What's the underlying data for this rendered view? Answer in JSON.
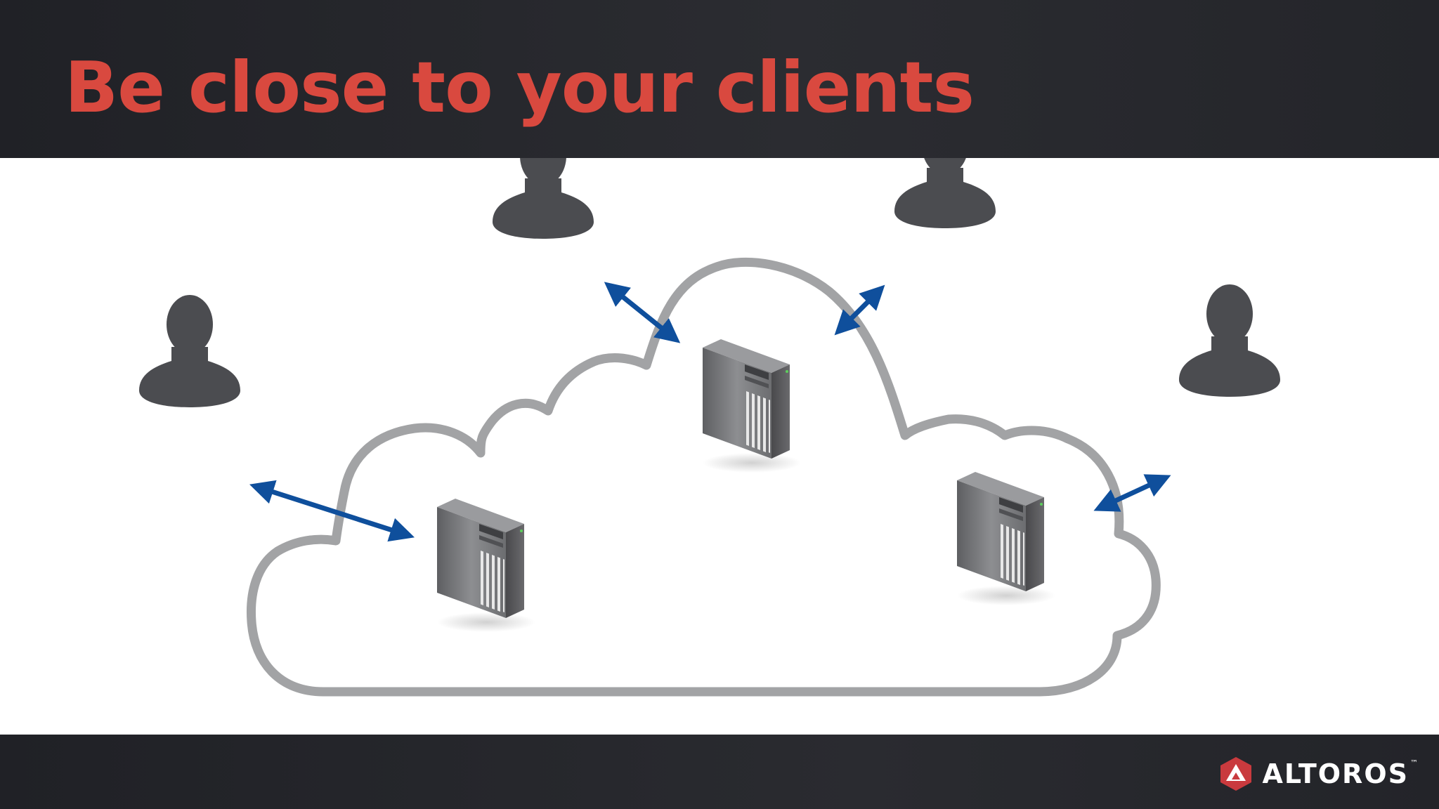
{
  "slide": {
    "title": "Be close to your clients"
  },
  "diagram": {
    "nodes": [
      {
        "id": "user-left",
        "kind": "user",
        "icon": "user-icon"
      },
      {
        "id": "user-top-left",
        "kind": "user",
        "icon": "user-icon"
      },
      {
        "id": "user-top-right",
        "kind": "user",
        "icon": "user-icon"
      },
      {
        "id": "user-right",
        "kind": "user",
        "icon": "user-icon"
      },
      {
        "id": "server-left",
        "kind": "server",
        "icon": "server-icon"
      },
      {
        "id": "server-center",
        "kind": "server",
        "icon": "server-icon"
      },
      {
        "id": "server-right",
        "kind": "server",
        "icon": "server-icon"
      }
    ],
    "edges": [
      {
        "from": "user-left",
        "to": "server-left",
        "direction": "bidirectional"
      },
      {
        "from": "user-top-left",
        "to": "server-center",
        "direction": "bidirectional"
      },
      {
        "from": "user-top-right",
        "to": "server-center",
        "direction": "bidirectional"
      },
      {
        "from": "user-right",
        "to": "server-right",
        "direction": "bidirectional"
      }
    ],
    "container": {
      "shape": "cloud",
      "icon": "cloud-outline"
    }
  },
  "colors": {
    "title": "#d9493f",
    "arrow": "#0f4f9c",
    "user": "#4b4c50",
    "cloud_outline": "#a2a3a5",
    "header_bg": "#26272b",
    "logo_mark": "#c93a3e"
  },
  "footer": {
    "logo_text": "ALTOROS",
    "logo_tm": "™"
  }
}
